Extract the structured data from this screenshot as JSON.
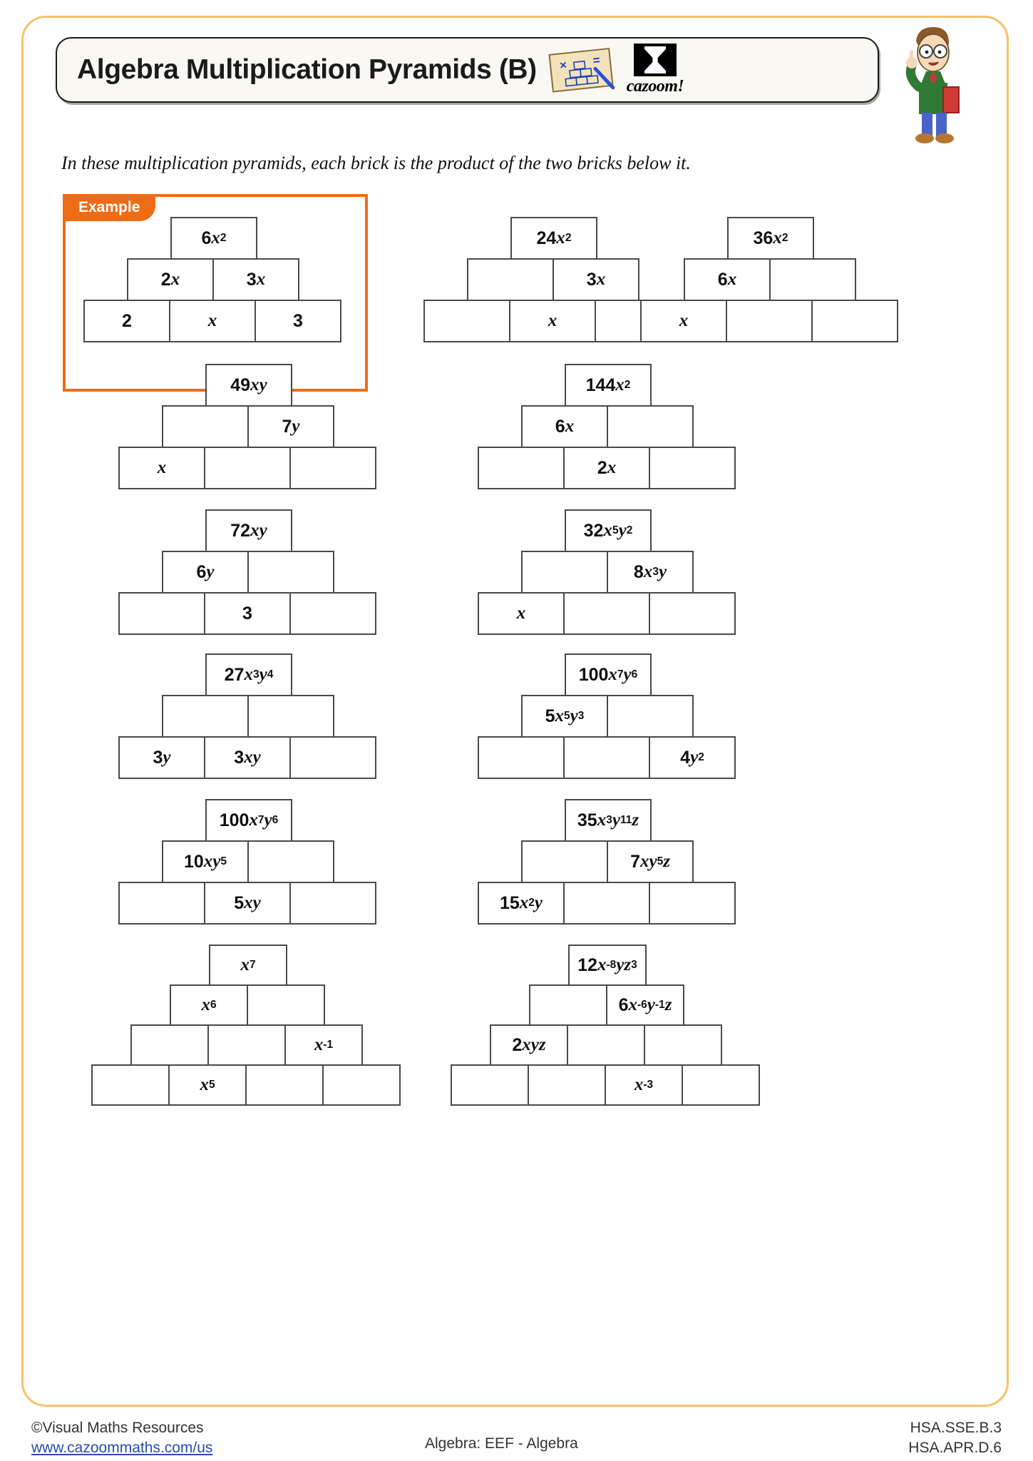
{
  "header": {
    "title": "Algebra Multiplication Pyramids (B)",
    "brand_name": "cazoom!",
    "board_icon": "multiplication-pyramid-board-icon",
    "mascot_icon": "teacher-mascot-icon"
  },
  "intro": "In these multiplication pyramids, each brick is the product of the two bricks below it.",
  "example": {
    "label": "Example",
    "border_color": "#ef6c16",
    "rows": [
      [
        "6x²"
      ],
      [
        "2x",
        "3x"
      ],
      [
        "2",
        "x",
        "3"
      ]
    ]
  },
  "pyramids": [
    {
      "id": "pyramid-1",
      "levels": 3,
      "rows": [
        [
          "24x²"
        ],
        [
          "",
          "3x"
        ],
        [
          "",
          "x",
          ""
        ]
      ]
    },
    {
      "id": "pyramid-2",
      "levels": 3,
      "rows": [
        [
          "36x²"
        ],
        [
          "6x",
          ""
        ],
        [
          "x",
          "",
          ""
        ]
      ]
    },
    {
      "id": "pyramid-3",
      "levels": 3,
      "rows": [
        [
          "49xy"
        ],
        [
          "",
          "7y"
        ],
        [
          "x",
          "",
          ""
        ]
      ]
    },
    {
      "id": "pyramid-4",
      "levels": 3,
      "rows": [
        [
          "144x²"
        ],
        [
          "6x",
          ""
        ],
        [
          "",
          "2x",
          ""
        ]
      ]
    },
    {
      "id": "pyramid-5",
      "levels": 3,
      "rows": [
        [
          "72xy"
        ],
        [
          "6y",
          ""
        ],
        [
          "",
          "3",
          ""
        ]
      ]
    },
    {
      "id": "pyramid-6",
      "levels": 3,
      "rows": [
        [
          "32x⁵y²"
        ],
        [
          "",
          "8x³y"
        ],
        [
          "x",
          "",
          ""
        ]
      ]
    },
    {
      "id": "pyramid-7",
      "levels": 3,
      "rows": [
        [
          "27x³y⁴"
        ],
        [
          "",
          ""
        ],
        [
          "3y",
          "3xy",
          ""
        ]
      ]
    },
    {
      "id": "pyramid-8",
      "levels": 3,
      "rows": [
        [
          "100x⁷y⁶"
        ],
        [
          "5x⁵y³",
          ""
        ],
        [
          "",
          "",
          "4y²"
        ]
      ]
    },
    {
      "id": "pyramid-9",
      "levels": 3,
      "rows": [
        [
          "100x⁷y⁶"
        ],
        [
          "10xy⁵",
          ""
        ],
        [
          "",
          "5xy",
          ""
        ]
      ]
    },
    {
      "id": "pyramid-10",
      "levels": 3,
      "rows": [
        [
          "35x³y¹¹z"
        ],
        [
          "",
          "7xy⁵z"
        ],
        [
          "15x²y",
          "",
          ""
        ]
      ]
    },
    {
      "id": "pyramid-11",
      "levels": 4,
      "rows": [
        [
          "x⁷"
        ],
        [
          "x⁶",
          ""
        ],
        [
          "",
          "",
          "x⁻¹"
        ],
        [
          "",
          "x⁵",
          "",
          ""
        ]
      ]
    },
    {
      "id": "pyramid-12",
      "levels": 4,
      "rows": [
        [
          "12x⁻⁸yz³"
        ],
        [
          "",
          "6x⁻⁶y⁻¹z"
        ],
        [
          "2xyz",
          "",
          ""
        ],
        [
          "",
          "",
          "x⁻³",
          ""
        ]
      ]
    }
  ],
  "footer": {
    "copyright": "©Visual Maths Resources",
    "website": "www.cazoommaths.com/us",
    "center": "Algebra: EEF - Algebra",
    "standard_1": "HSA.SSE.B.3",
    "standard_2": "HSA.APR.D.6"
  }
}
